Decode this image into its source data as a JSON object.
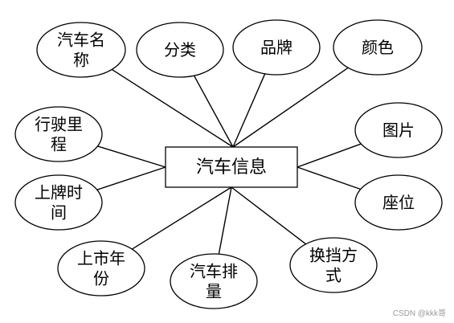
{
  "diagram": {
    "entity": "汽车信息",
    "attributes": [
      [
        "汽车名",
        "称"
      ],
      [
        "分类"
      ],
      [
        "品牌"
      ],
      [
        "颜色"
      ],
      [
        "行驶里",
        "程"
      ],
      [
        "图片"
      ],
      [
        "上牌时",
        "间"
      ],
      [
        "座位"
      ],
      [
        "上市年",
        "份"
      ],
      [
        "汽车排",
        "量"
      ],
      [
        "换挡方",
        "式"
      ]
    ]
  },
  "watermark": "CSDN @kkk哥"
}
